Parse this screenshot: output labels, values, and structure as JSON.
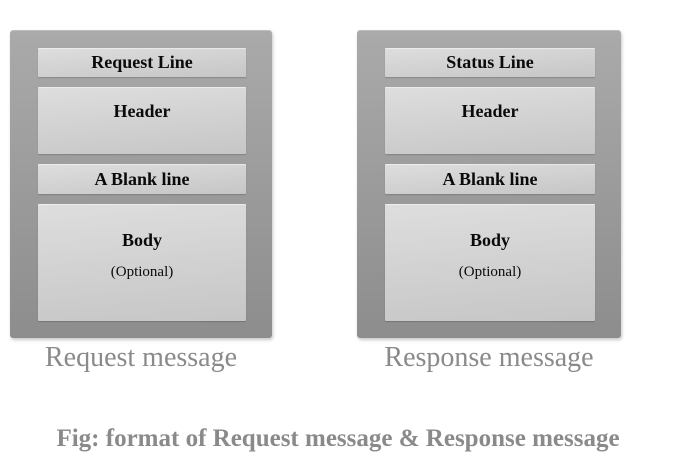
{
  "caption": "Fig: format of Request message & Response message",
  "diagrams": [
    {
      "label": "Request message",
      "rows": [
        {
          "text": "Request Line"
        },
        {
          "text": "Header"
        },
        {
          "text": "A Blank line"
        },
        {
          "text": "Body",
          "subtext": "(Optional)"
        }
      ]
    },
    {
      "label": "Response message",
      "rows": [
        {
          "text": "Status Line"
        },
        {
          "text": "Header"
        },
        {
          "text": "A Blank line"
        },
        {
          "text": "Body",
          "subtext": "(Optional)"
        }
      ]
    }
  ],
  "colors": {
    "container_top": "#aaaaaa",
    "container_bottom": "#8d8d8d",
    "box_top": "#dedede",
    "box_bottom": "#c6c6c6",
    "label_text": "#8a8a8a",
    "box_text": "#0a0a0a",
    "page_bg": "#ffffff"
  }
}
